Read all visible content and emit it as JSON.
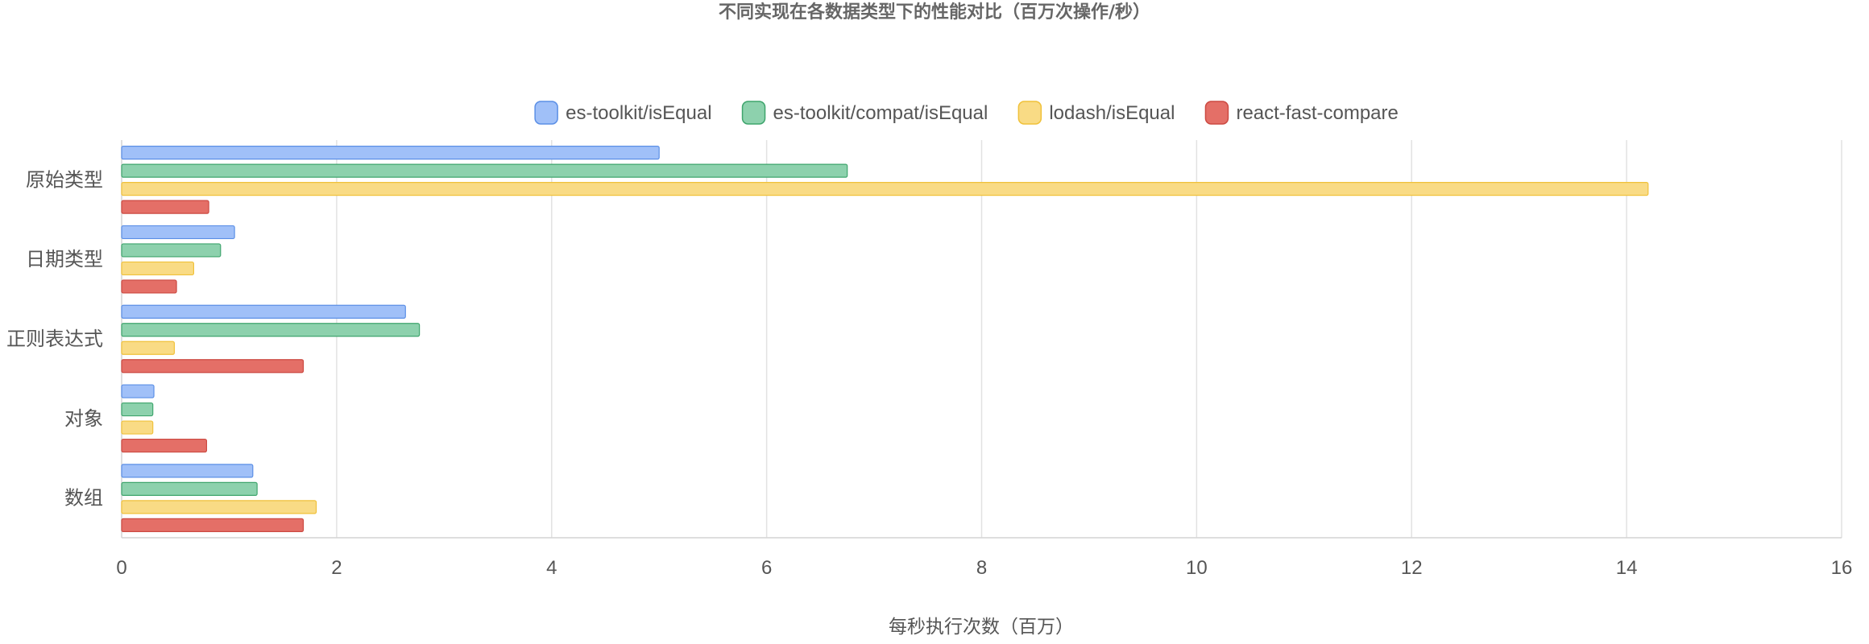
{
  "chart_data": {
    "type": "bar",
    "orientation": "horizontal",
    "title": "不同实现在各数据类型下的性能对比（百万次操作/秒）",
    "xlabel": "每秒执行次数（百万）",
    "ylabel": "",
    "xlim": [
      0,
      16
    ],
    "x_ticks": [
      0,
      2,
      4,
      6,
      8,
      10,
      12,
      14,
      16
    ],
    "grid": true,
    "legend_position": "top-center",
    "categories": [
      "原始类型",
      "日期类型",
      "正则表达式",
      "对象",
      "数组"
    ],
    "series": [
      {
        "name": "es-toolkit/isEqual",
        "color": "#a0c0f8",
        "border": "#5b8fe6",
        "values": [
          5.0,
          1.05,
          2.64,
          0.3,
          1.22
        ]
      },
      {
        "name": "es-toolkit/compat/isEqual",
        "color": "#8dd1ad",
        "border": "#3fa56d",
        "values": [
          6.75,
          0.92,
          2.77,
          0.29,
          1.26
        ]
      },
      {
        "name": "lodash/isEqual",
        "color": "#f9db85",
        "border": "#f0c13a",
        "values": [
          14.2,
          0.67,
          0.49,
          0.29,
          1.81
        ]
      },
      {
        "name": "react-fast-compare",
        "color": "#e46f67",
        "border": "#cc4a42",
        "values": [
          0.81,
          0.51,
          1.69,
          0.79,
          1.69
        ]
      }
    ]
  }
}
